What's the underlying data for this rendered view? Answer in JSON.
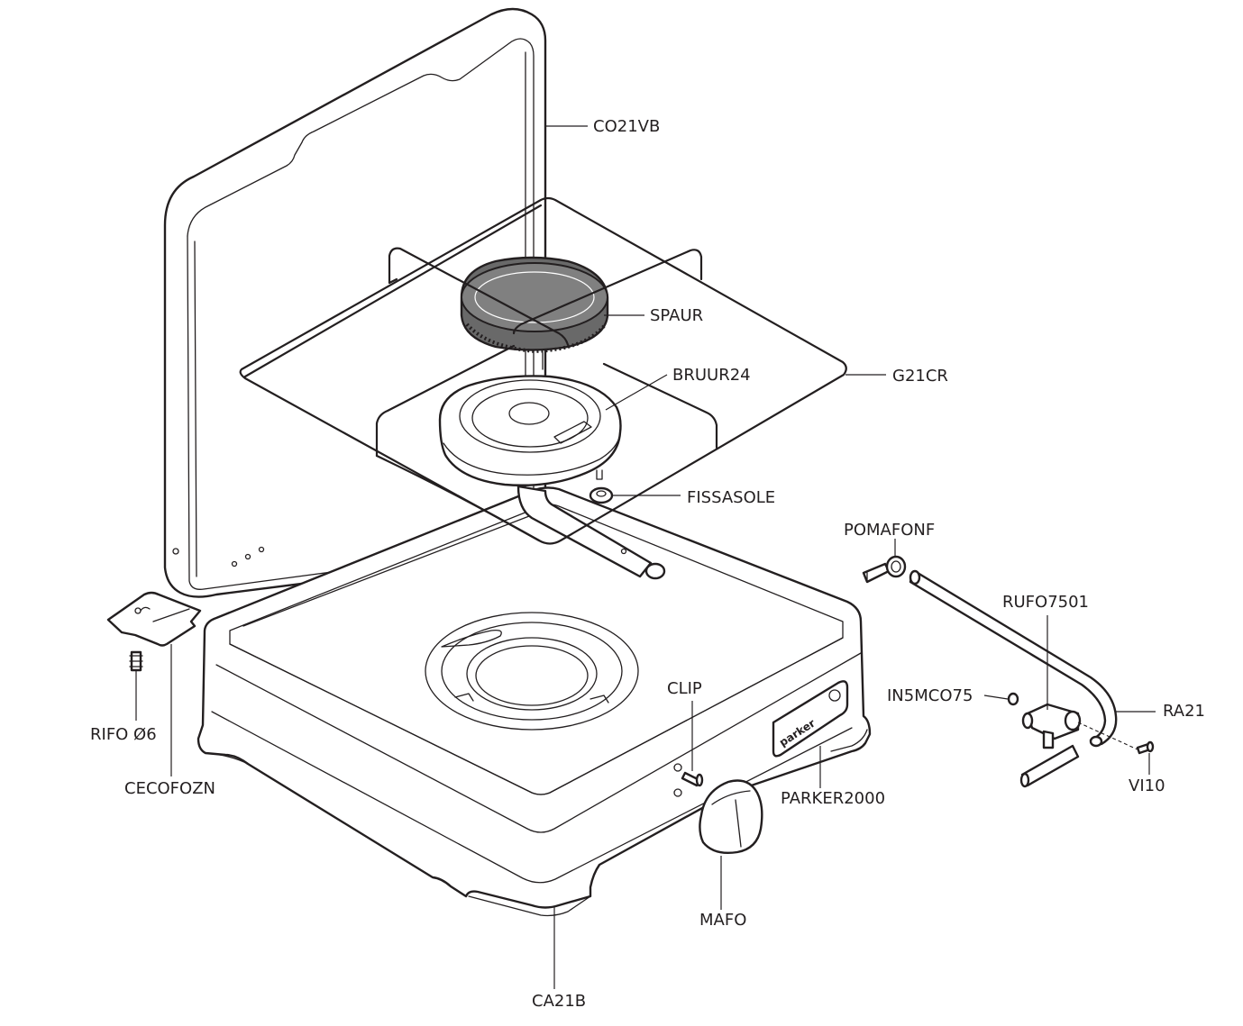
{
  "diagram": {
    "brand_logo_text": "parker",
    "labels": {
      "co21vb": "CO21VB",
      "spaur": "SPAUR",
      "bruur24": "BRUUR24",
      "g21cr": "G21CR",
      "fissasole": "FISSASOLE",
      "pomafonf": "POMAFONF",
      "rufo7501": "RUFO7501",
      "in5mco75": "IN5MCO75",
      "ra21": "RA21",
      "vi10": "VI10",
      "clip": "CLIP",
      "parker2000": "PARKER2000",
      "mafo": "MAFO",
      "ca21b": "CA21B",
      "rifo": "RIFO  Ø6",
      "cecofozn": "CECOFOZN"
    }
  }
}
